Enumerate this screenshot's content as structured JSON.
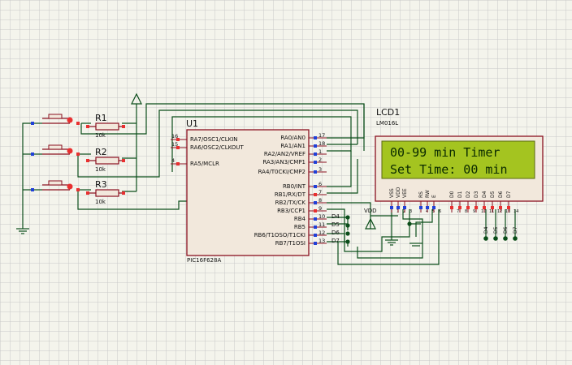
{
  "u1": {
    "ref": "U1",
    "part": "PIC16F628A",
    "left_pins": [
      {
        "num": "16",
        "label": "RA7/OSC1/CLKIN"
      },
      {
        "num": "15",
        "label": "RA6/OSC2/CLKOUT"
      },
      {
        "num": "4",
        "label": "RA5/MCLR"
      }
    ],
    "right_pins": [
      {
        "num": "17",
        "label": "RA0/AN0"
      },
      {
        "num": "18",
        "label": "RA1/AN1"
      },
      {
        "num": "1",
        "label": "RA2/AN2/VREF"
      },
      {
        "num": "2",
        "label": "RA3/AN3/CMP1"
      },
      {
        "num": "3",
        "label": "RA4/T0CKI/CMP2"
      },
      {
        "num": "6",
        "label": "RB0/INT"
      },
      {
        "num": "7",
        "label": "RB1/RX/DT"
      },
      {
        "num": "8",
        "label": "RB2/TX/CK"
      },
      {
        "num": "9",
        "label": "RB3/CCP1"
      },
      {
        "num": "10",
        "label": "RB4"
      },
      {
        "num": "11",
        "label": "RB5"
      },
      {
        "num": "12",
        "label": "RB6/T1OSO/T1CKI"
      },
      {
        "num": "13",
        "label": "RB7/T1OSI"
      }
    ],
    "net_labels": [
      "D4",
      "D5",
      "D6",
      "D7"
    ]
  },
  "lcd": {
    "ref": "LCD1",
    "part": "LM016L",
    "line1": "00-99 min Timer",
    "line2": "Set Time: 00 min",
    "pins": [
      {
        "num": "1",
        "label": "VSS"
      },
      {
        "num": "2",
        "label": "VDD"
      },
      {
        "num": "3",
        "label": "VEE"
      },
      {
        "num": "4",
        "label": "RS"
      },
      {
        "num": "5",
        "label": "RW"
      },
      {
        "num": "6",
        "label": "E"
      },
      {
        "num": "7",
        "label": "D0"
      },
      {
        "num": "8",
        "label": "D1"
      },
      {
        "num": "9",
        "label": "D2"
      },
      {
        "num": "10",
        "label": "D3"
      },
      {
        "num": "11",
        "label": "D4"
      },
      {
        "num": "12",
        "label": "D5"
      },
      {
        "num": "13",
        "label": "D6"
      },
      {
        "num": "14",
        "label": "D7"
      }
    ],
    "bottom_labels": [
      "D4",
      "D5",
      "D6",
      "D7"
    ],
    "screen_color": "#a4c420",
    "text_color": "#0a2a00"
  },
  "resistors": [
    {
      "ref": "R1",
      "value": "10k"
    },
    {
      "ref": "R2",
      "value": "10k"
    },
    {
      "ref": "R3",
      "value": "10k"
    }
  ],
  "power": {
    "vdd_label": "VDD"
  },
  "colors": {
    "wire": "#0b4d1a",
    "component": "#8a1020",
    "body_fill": "#f2e8dc",
    "pin_red": "#e83030",
    "pin_blue": "#2040d8",
    "grid": "#c8c8c8"
  }
}
